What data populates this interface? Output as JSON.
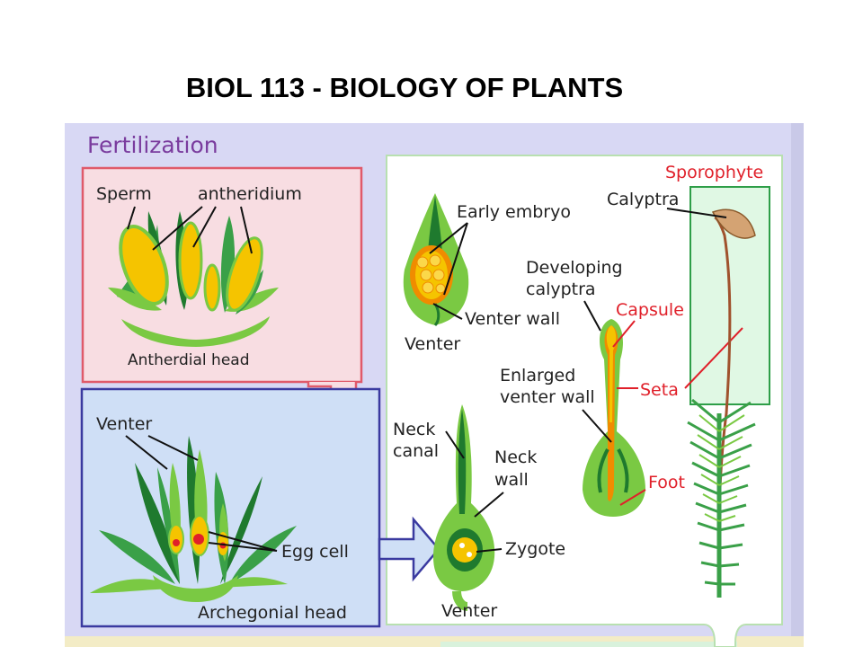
{
  "slide": {
    "title": "BIOL 113 - BIOLOGY OF PLANTS"
  },
  "diagram": {
    "heading": "Fertilization",
    "antheridial_panel": {
      "sperm": "Sperm",
      "antheridium": "antheridium",
      "caption": "Antherdial head"
    },
    "archegonial_panel": {
      "venter": "Venter",
      "egg_cell": "Egg cell",
      "caption": "Archegonial head"
    },
    "development_panel": {
      "early_embryo": "Early embryo",
      "venter_wall": "Venter wall",
      "venter_top": "Venter",
      "neck_canal_1": "Neck",
      "neck_canal_2": "canal",
      "neck_wall_1": "Neck",
      "neck_wall_2": "wall",
      "zygote": "Zygote",
      "venter_bottom": "Venter",
      "developing_calyptra_1": "Developing",
      "developing_calyptra_2": "calyptra",
      "capsule": "Capsule",
      "enlarged_venter_wall_1": "Enlarged",
      "enlarged_venter_wall_2": "venter wall",
      "seta": "Seta",
      "foot": "Foot",
      "sporophyte": "Sporophyte",
      "calyptra": "Calyptra"
    },
    "colors": {
      "background": "#d8d8f4",
      "antheridial_box": "#f8dde2",
      "archegonial_box": "#cfdff6",
      "white_panel": "#ffffff",
      "sporophyte_box": "#e0f8e4",
      "red_label": "#e0202a",
      "green_dark": "#1f7a2e",
      "green_light": "#7ac943",
      "yellow": "#f5c400",
      "orange": "#f08c00"
    }
  }
}
